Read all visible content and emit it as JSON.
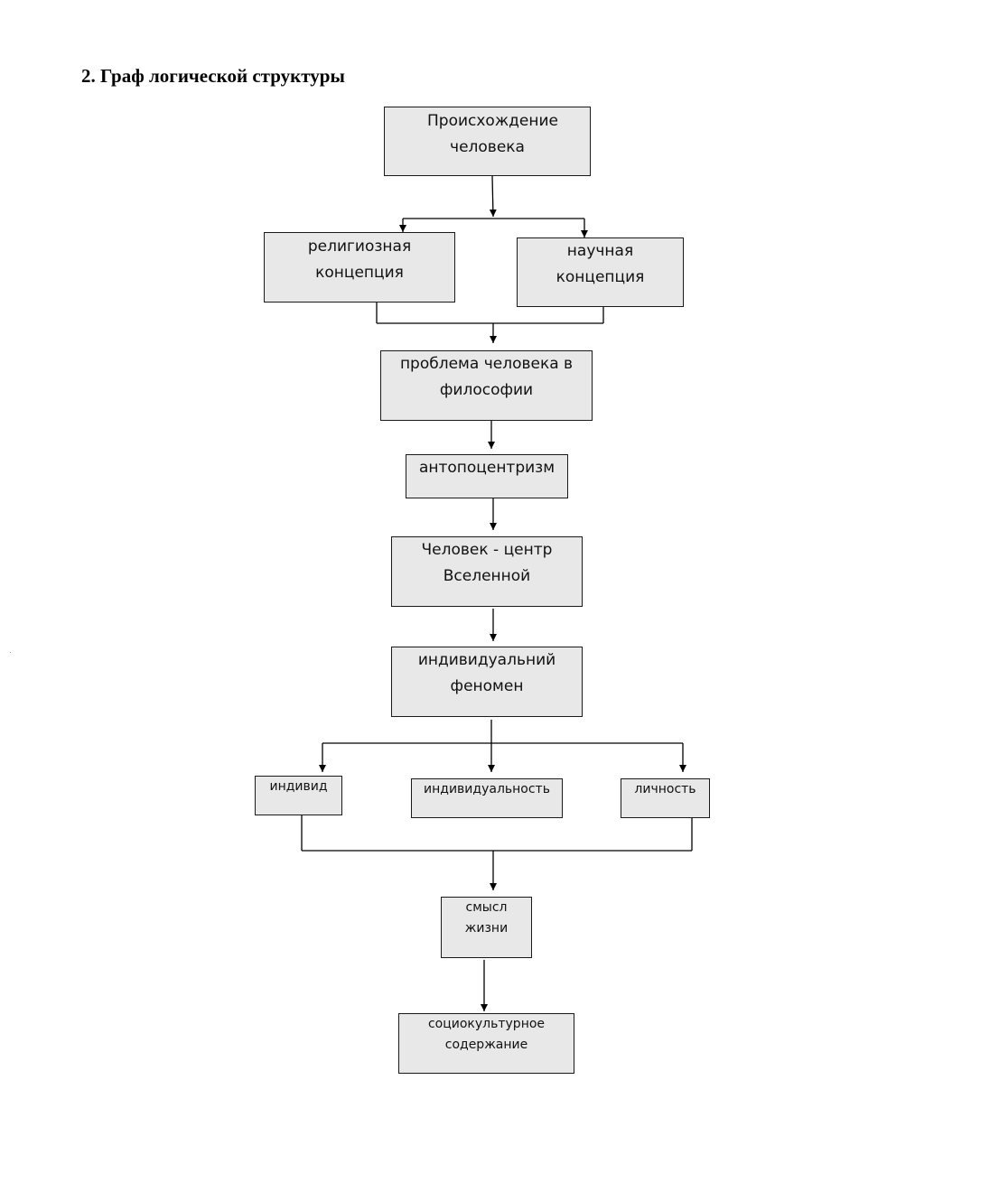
{
  "heading": "2. Граф логической  структуры",
  "nodes": {
    "origin": [
      "Происхождение",
      "человека"
    ],
    "religious": [
      "религиозная",
      "концепция"
    ],
    "scientific": [
      "научная",
      "концепция"
    ],
    "philosophy": [
      "проблема человека в",
      "философии"
    ],
    "anthropocentrism": [
      "антопоцентризм"
    ],
    "center": [
      "Человек - центр",
      "Вселенной"
    ],
    "phenomenon": [
      "индивидуальний",
      "феномен"
    ],
    "individual": [
      "индивид"
    ],
    "individuality": [
      "индивидуальность"
    ],
    "personality": [
      "личность"
    ],
    "meaning": [
      "смысл",
      "жизни"
    ],
    "sociocultural": [
      "социокультурное",
      "содержание"
    ]
  }
}
